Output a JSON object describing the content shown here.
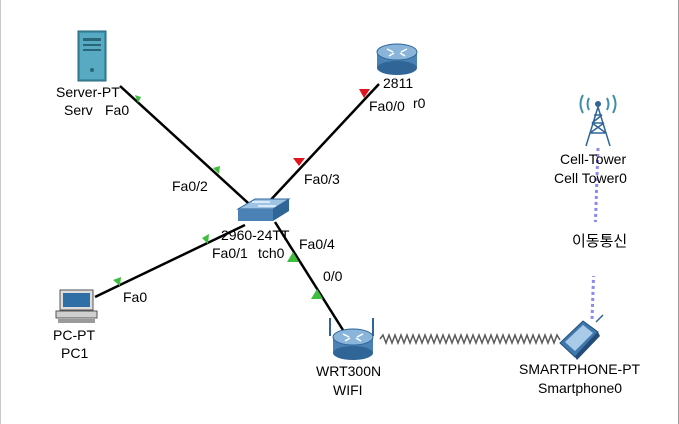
{
  "devices": {
    "server": {
      "model": "Server-PT",
      "name": "Serv",
      "port": "Fa0",
      "icon": "server-tower-icon"
    },
    "router": {
      "model": "2811",
      "name": "r0",
      "port": "Fa0/0",
      "icon": "router-icon"
    },
    "switch": {
      "model": "2960-24TT",
      "name": "tch0",
      "icon": "switch-icon",
      "ports": {
        "server": "Fa0/2",
        "router": "Fa0/3",
        "pc": "Fa0/1",
        "wifi": "Fa0/4"
      }
    },
    "pc": {
      "model": "PC-PT",
      "name": "PC1",
      "port": "Fa0",
      "icon": "desktop-pc-icon"
    },
    "wifi": {
      "model": "WRT300N",
      "name": "WIFI",
      "port": "0/0",
      "icon": "wireless-router-icon"
    },
    "cell_tower": {
      "model": "Cell-Tower",
      "name": "Cell Tower0",
      "icon": "cell-tower-icon"
    },
    "smartphone": {
      "model": "SMARTPHONE-PT",
      "name": "Smartphone0",
      "icon": "smartphone-icon"
    }
  },
  "labels": {
    "mobile_comm": "이동통신"
  },
  "colors": {
    "link_up": "#3ebd3e",
    "link_down": "#e0141e",
    "cable": "#000000",
    "cellular_link": "#8a8aee",
    "wireless_link": "#555555"
  }
}
